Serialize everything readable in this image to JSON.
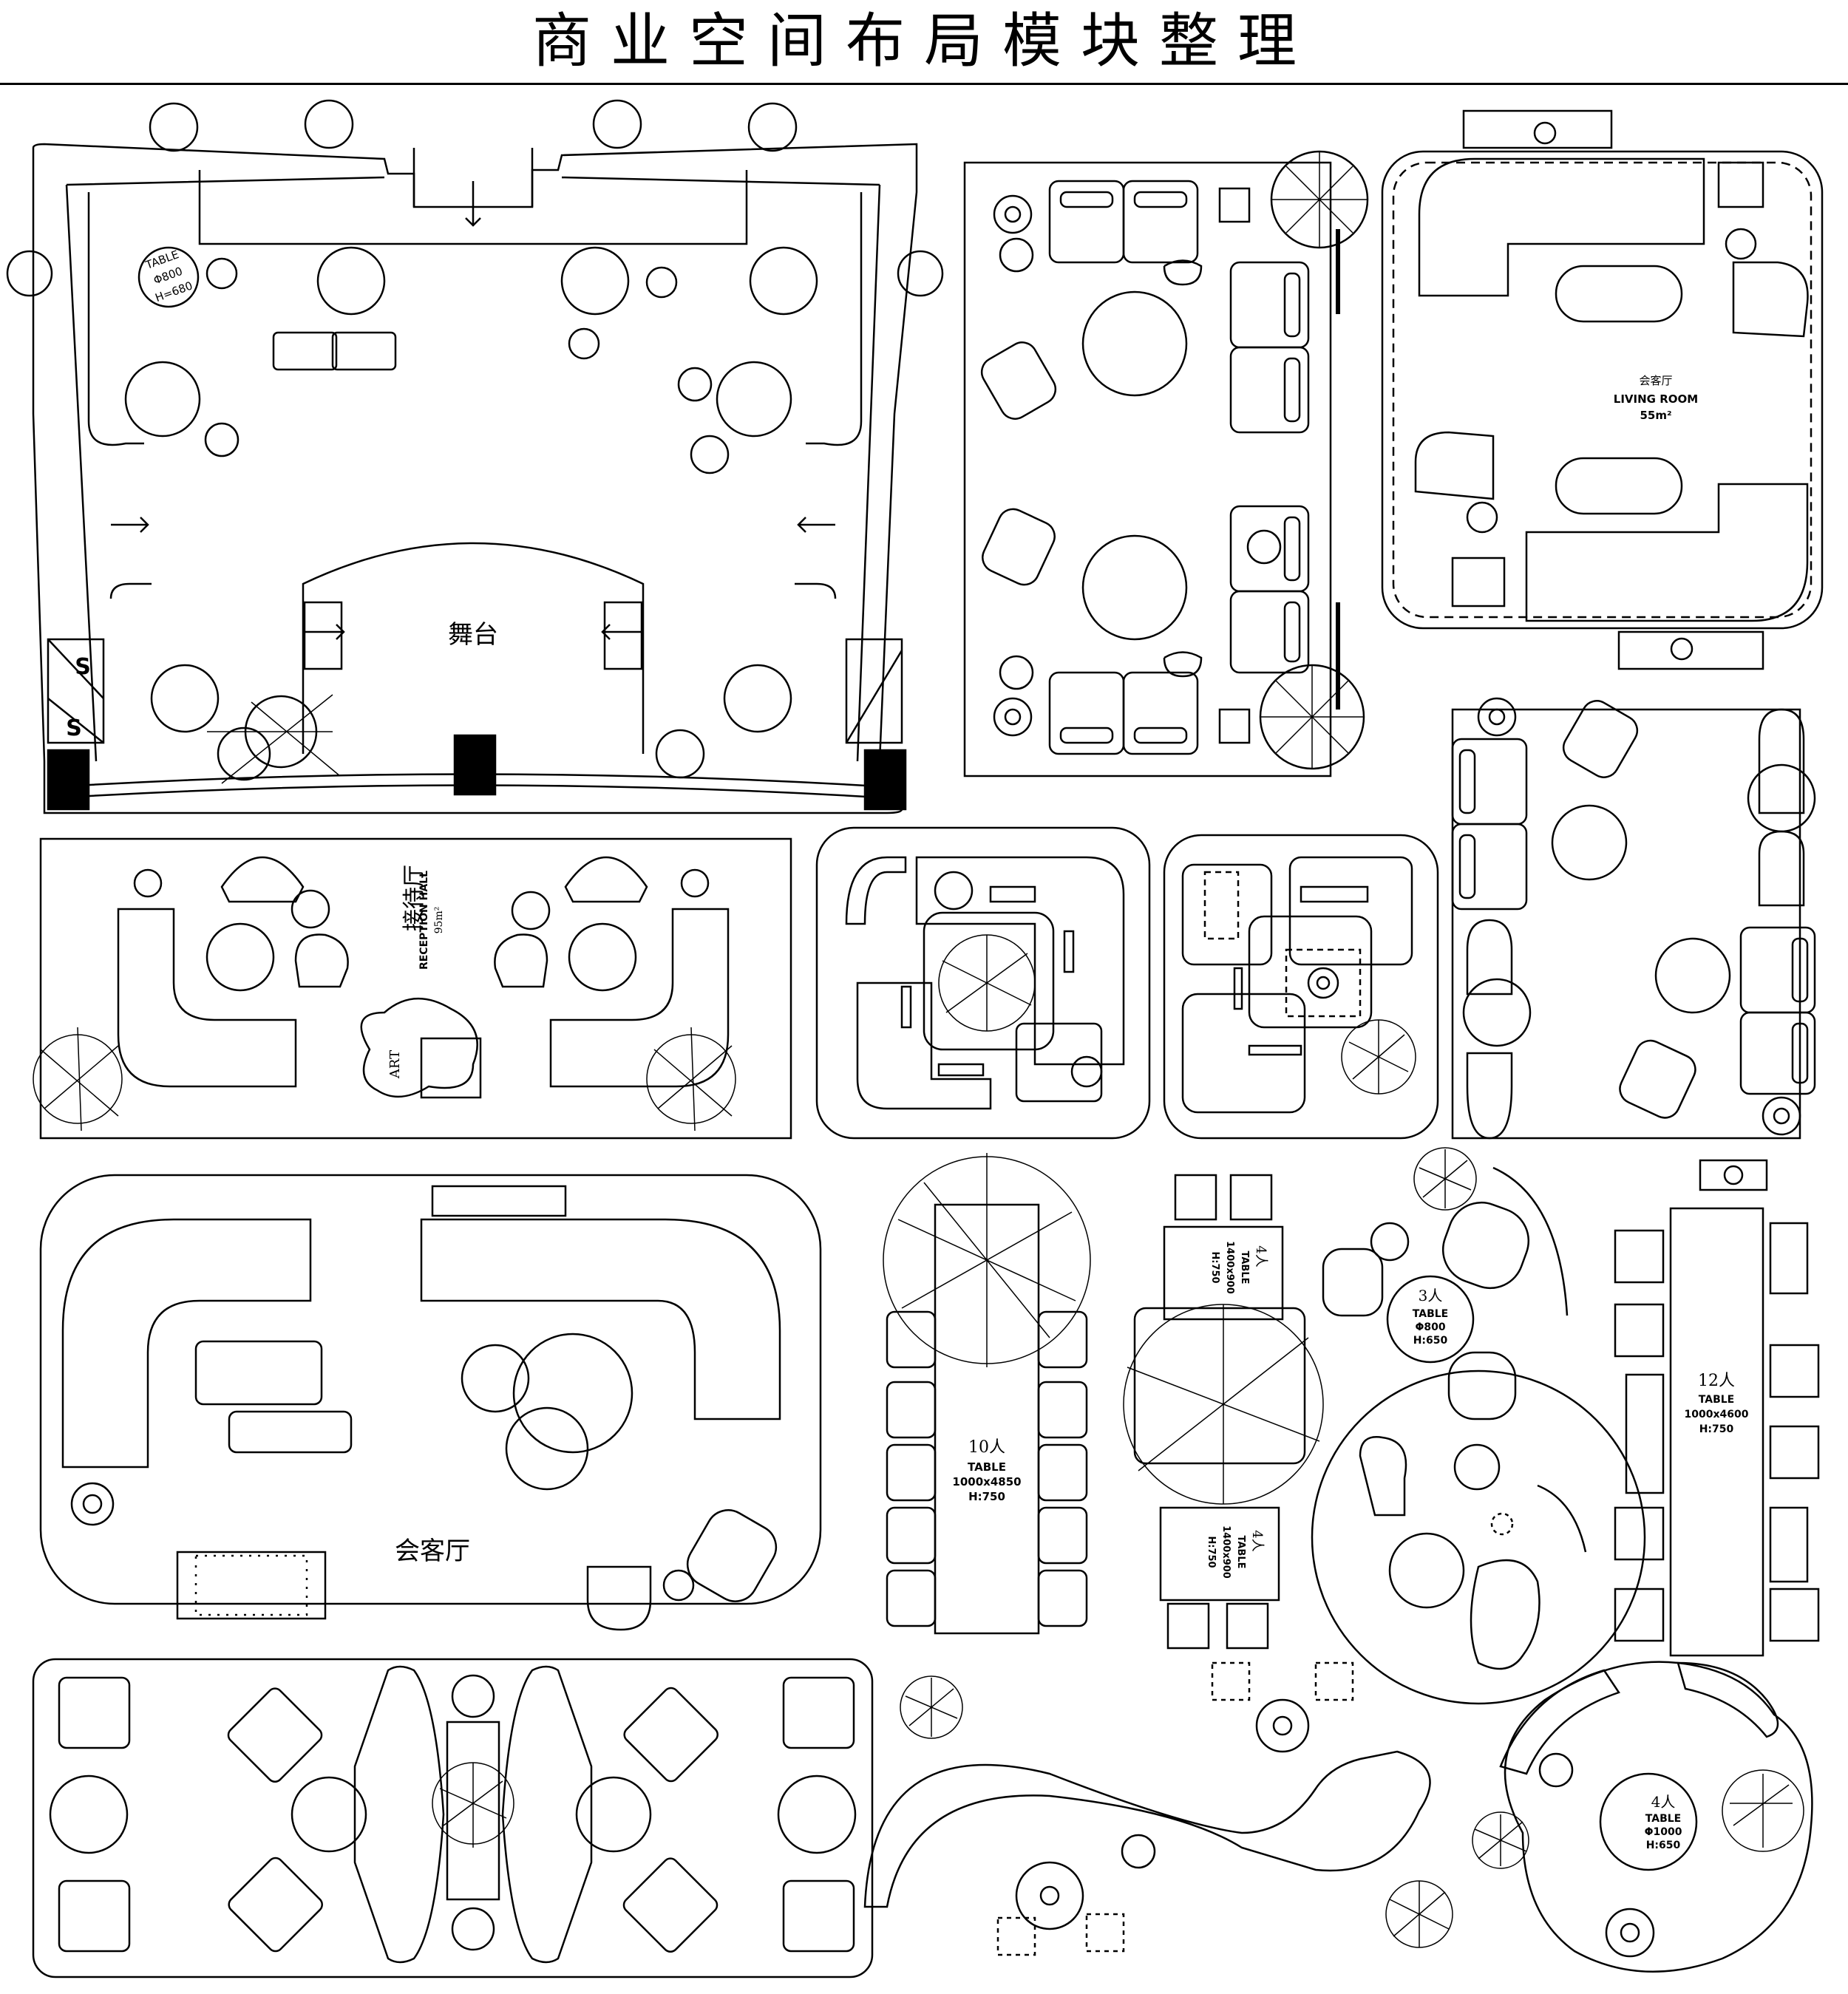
{
  "title": "商业空间布局模块整理",
  "modules": {
    "stage_hall": {
      "stage_label": "舞台",
      "table_note": [
        "TABLE",
        "Φ800",
        "H=680"
      ],
      "sign_letter_1": "S",
      "sign_letter_2": "S"
    },
    "lounge_grid": {},
    "living_room": {
      "zh_label": "会客厅",
      "en_label": "LIVING ROOM",
      "area": "55m²"
    },
    "reception_hall": {
      "zh_label": "接待厅",
      "en_label": "RECEPTION HALL",
      "area": "95m²",
      "art_label": "ART"
    },
    "meeting_room": {
      "label": "会客厅"
    },
    "long_table": {
      "people": "10人",
      "lines": [
        "TABLE",
        "1000x4850",
        "H:750"
      ]
    },
    "dining_pair": {
      "top_people": "4人",
      "top_lines": [
        "TABLE",
        "1400x900",
        "H:750"
      ],
      "bottom_people": "4人",
      "bottom_lines": [
        "TABLE",
        "1400x900",
        "H:750"
      ]
    },
    "round_three": {
      "people": "3人",
      "lines": [
        "TABLE",
        "Φ800",
        "H:650"
      ]
    },
    "twelve_table": {
      "people": "12人",
      "lines": [
        "TABLE",
        "1000x4600",
        "H:750"
      ]
    },
    "round_four": {
      "people": "4人",
      "lines": [
        "TABLE",
        "Φ1000",
        "H:650"
      ]
    }
  }
}
